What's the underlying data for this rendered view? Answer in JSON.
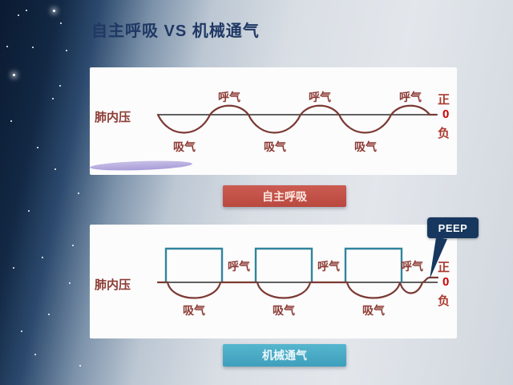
{
  "title": "自主呼吸 VS 机械通气",
  "spontaneous": {
    "pressure_label": "肺内压",
    "exhale": [
      "呼气",
      "呼气",
      "呼气"
    ],
    "inhale": [
      "吸气",
      "吸气",
      "吸气"
    ],
    "axis": {
      "positive": "正",
      "zero": "0",
      "negative": "负"
    },
    "button": "自主呼吸"
  },
  "mechanical": {
    "pressure_label": "肺内压",
    "exhale": [
      "呼气",
      "呼气",
      "呼气"
    ],
    "inhale": [
      "吸气",
      "吸气",
      "吸气"
    ],
    "axis": {
      "positive": "正",
      "zero": "0",
      "negative": "负"
    },
    "peep": "PEEP",
    "button": "机械通气"
  },
  "colors": {
    "title_text": "#1F3864",
    "pressure_curve": "#7B3A33",
    "baseline_axis": "#4A4A4A",
    "square_wave": "#31859C",
    "spontaneous_button": "#C0504D",
    "mechanical_button": "#4BACC6",
    "peep_callout": "#17375E",
    "axis_zero_text": "#CC0000",
    "label_text": "#8C3B34"
  }
}
